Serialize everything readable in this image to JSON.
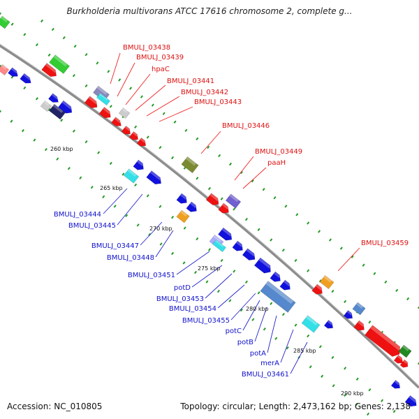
{
  "map": {
    "title": "Burkholderia multivorans ATCC 17616 chromosome 2, complete g...",
    "accession": "Accession: NC_010805",
    "topology": "Topology: circular; Length: 2,473,162 bp; Genes: 2,138"
  },
  "kbp_ticks": [
    "260 kbp",
    "265 kbp",
    "270 kbp",
    "275 kbp",
    "280 kbp",
    "285 kbp",
    "290 kbp"
  ],
  "labels_forward": [
    "BMULJ_03438",
    "BMULJ_03439",
    "hpaC",
    "BMULJ_03441",
    "BMULJ_03442",
    "BMULJ_03443",
    "BMULJ_03446",
    "BMULJ_03449",
    "paaH",
    "BMULJ_03459"
  ],
  "labels_reverse": [
    "BMULJ_03444",
    "BMULJ_03445",
    "BMULJ_03447",
    "BMULJ_03448",
    "BMULJ_03451",
    "potD",
    "BMULJ_03453",
    "BMULJ_03454",
    "BMULJ_03455",
    "potC",
    "potB",
    "potA",
    "merA",
    "BMULJ_03461"
  ],
  "colors": {
    "forward": "#ee1111",
    "reverse": "#1111dd",
    "backbone": "#888888",
    "tick": "#229922",
    "cyan": "#33e0e8",
    "orange": "#f0a020",
    "olive": "#7a8a30",
    "purple": "#7060d0",
    "green": "#33cc33",
    "steel": "#5588cc",
    "darkgreen": "#228822",
    "grey": "#cccccc"
  }
}
